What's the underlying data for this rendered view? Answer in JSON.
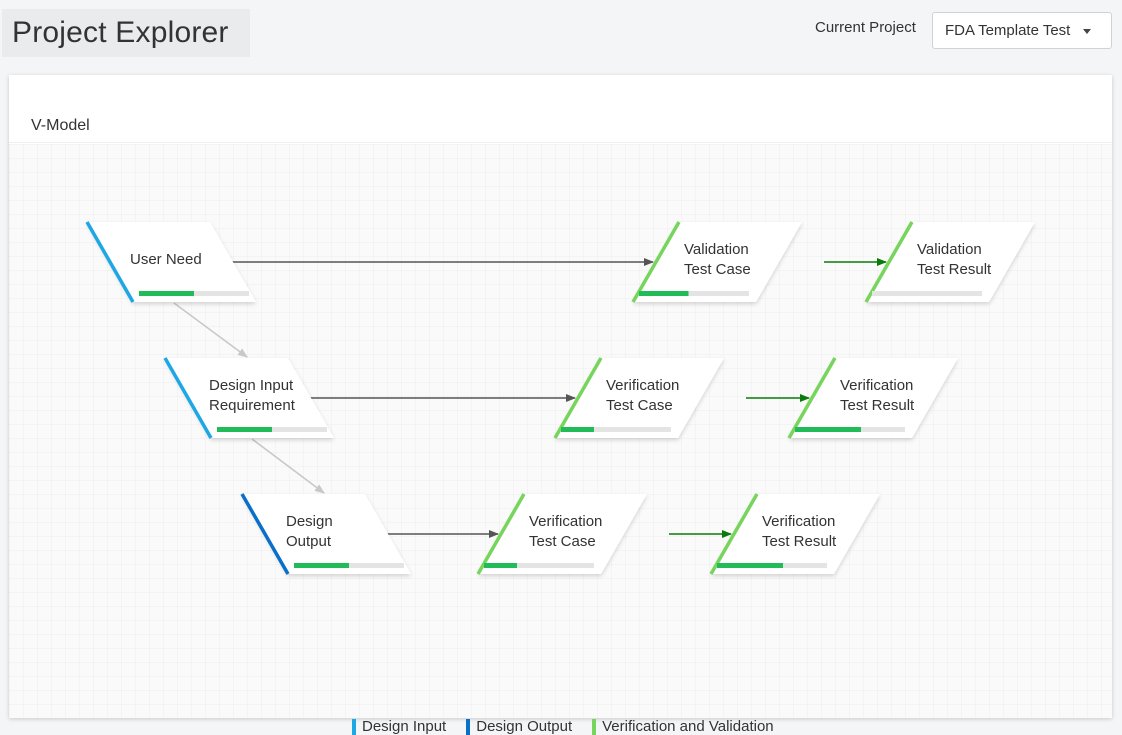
{
  "header": {
    "title": "Project Explorer",
    "current_project_label": "Current Project",
    "project_select_value": "FDA Template Test"
  },
  "card": {
    "title": "V-Model"
  },
  "colors": {
    "design_input": "#1ea7e5",
    "design_output": "#0a6fc9",
    "verification_validation": "#77d45c",
    "progress": "#21bb57",
    "progress_track": "#e4e4e4",
    "arrow_gray": "#555555",
    "arrow_green": "#0a7a0a",
    "arrow_light": "#c8c8c8"
  },
  "nodes": [
    {
      "id": "user-need",
      "label": "User Need",
      "kind": "design_input",
      "progress": 0.5
    },
    {
      "id": "validation-test-case",
      "label": "Validation\nTest Case",
      "kind": "verification_validation",
      "progress": 0.45
    },
    {
      "id": "validation-test-result",
      "label": "Validation\nTest Result",
      "kind": "verification_validation",
      "progress": 0.0
    },
    {
      "id": "design-input-requirement",
      "label": "Design Input\nRequirement",
      "kind": "design_input",
      "progress": 0.5
    },
    {
      "id": "verification-test-case-1",
      "label": "Verification\nTest Case",
      "kind": "verification_validation",
      "progress": 0.3
    },
    {
      "id": "verification-test-result-1",
      "label": "Verification\nTest Result",
      "kind": "verification_validation",
      "progress": 0.6
    },
    {
      "id": "design-output",
      "label": "Design\nOutput",
      "kind": "design_output",
      "progress": 0.5
    },
    {
      "id": "verification-test-case-2",
      "label": "Verification\nTest Case",
      "kind": "verification_validation",
      "progress": 0.3
    },
    {
      "id": "verification-test-result-2",
      "label": "Verification\nTest Result",
      "kind": "verification_validation",
      "progress": 0.6
    }
  ],
  "legend": [
    {
      "label": "Design Input",
      "kind": "design_input"
    },
    {
      "label": "Design Output",
      "kind": "design_output"
    },
    {
      "label": "Verification and Validation",
      "kind": "verification_validation"
    }
  ]
}
